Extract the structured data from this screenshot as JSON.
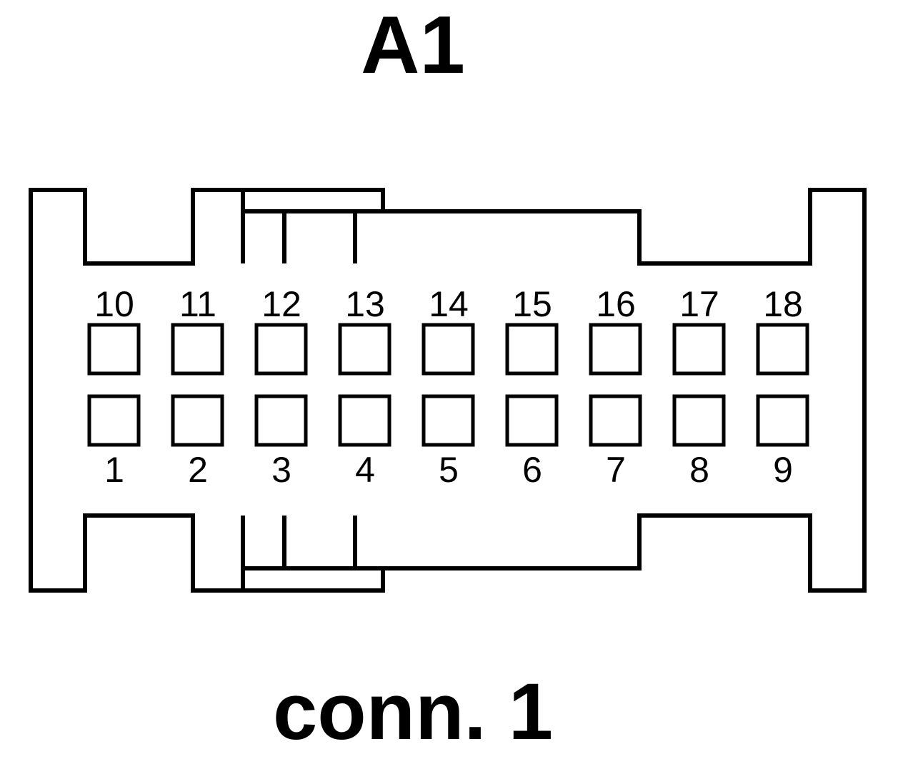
{
  "title": "A1",
  "caption": "conn. 1",
  "connector": {
    "top_row_pins": [
      "10",
      "11",
      "12",
      "13",
      "14",
      "15",
      "16",
      "17",
      "18"
    ],
    "bottom_row_pins": [
      "1",
      "2",
      "3",
      "4",
      "5",
      "6",
      "7",
      "8",
      "9"
    ]
  },
  "colors": {
    "line": "#000000",
    "background": "#ffffff"
  }
}
